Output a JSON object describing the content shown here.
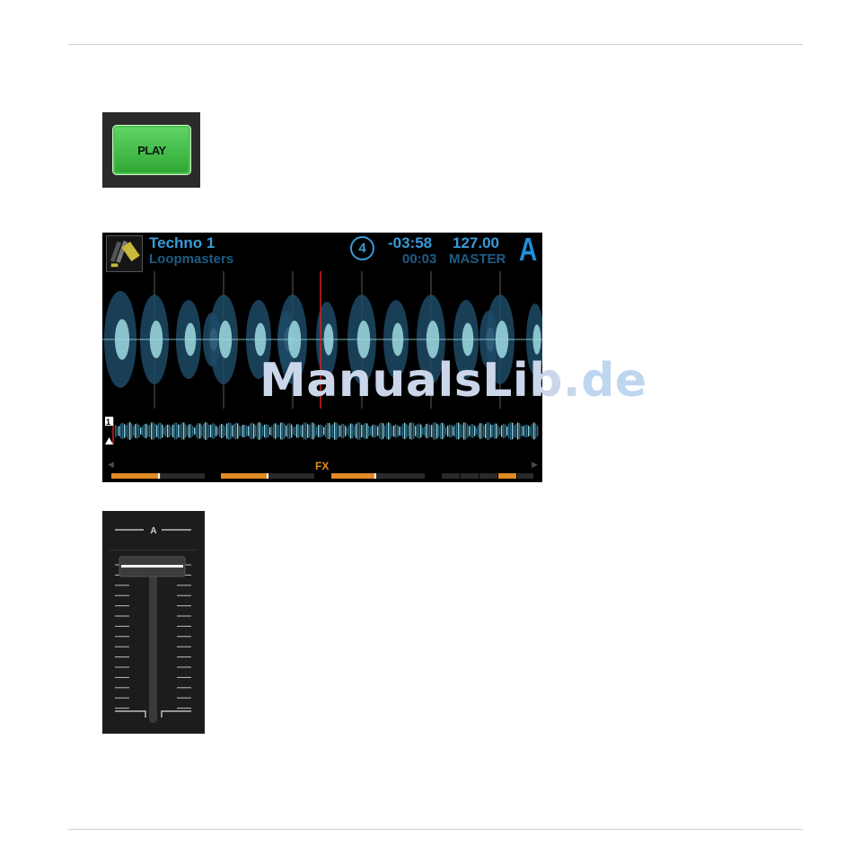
{
  "play_button": {
    "label": "PLAY"
  },
  "deck": {
    "title": "Techno 1",
    "artist": "Loopmasters",
    "beat_counter": "4",
    "remaining_time": "-03:58",
    "elapsed_time": "00:03",
    "tempo": "127.00",
    "sync_mode": "MASTER",
    "deck_letter": "A",
    "cue_number": "1",
    "fx_label": "FX",
    "fx_levels": [
      0.52,
      0.51,
      0.48
    ],
    "colors": {
      "accent_blue": "#3b9ad8",
      "fx_orange": "#e28a26",
      "playhead_red": "#d22020"
    }
  },
  "watermark": {
    "main": "ManualsLib.",
    "tld": "de"
  },
  "fader": {
    "channel_label": "A",
    "level": 1.0
  }
}
